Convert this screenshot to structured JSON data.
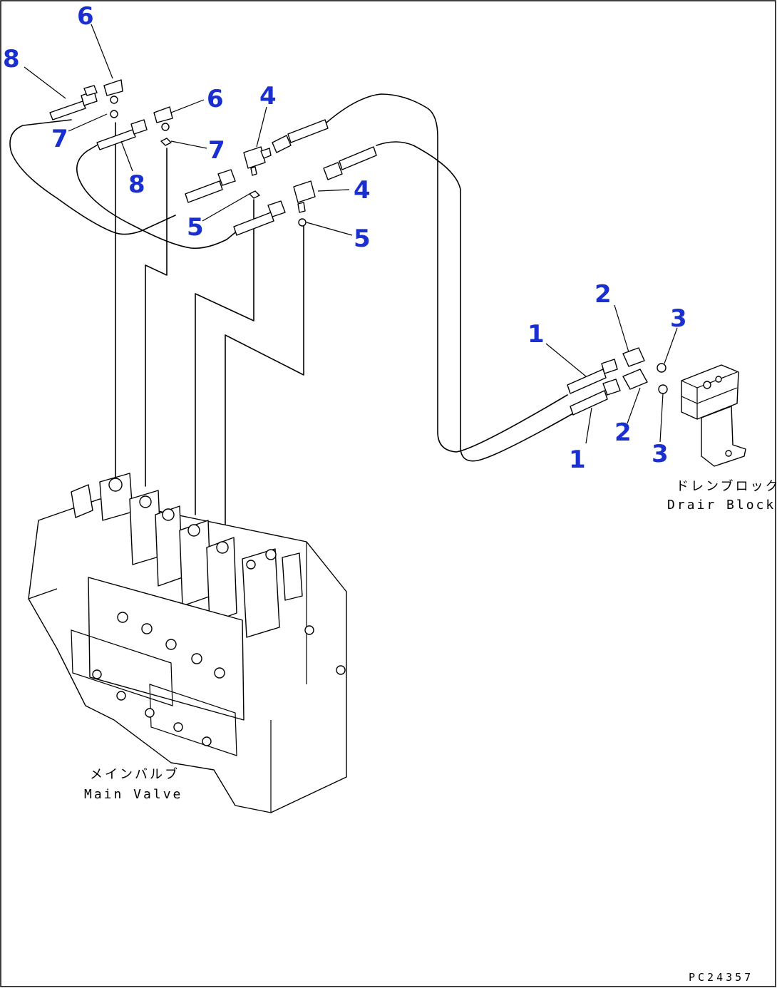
{
  "callouts": {
    "c8a": "8",
    "c6a": "6",
    "c7a": "7",
    "c8b": "8",
    "c6b": "6",
    "c7b": "7",
    "c4a": "4",
    "c4b": "4",
    "c5a": "5",
    "c5b": "5",
    "c1a": "1",
    "c1b": "1",
    "c2a": "2",
    "c2b": "2",
    "c3a": "3",
    "c3b": "3"
  },
  "labels": {
    "drain_block_jp": "ドレンブロック",
    "drain_block_en": "Drair Block",
    "main_valve_jp": "メインバルブ",
    "main_valve_en": "Main Valve",
    "figure_code": "PC24357"
  },
  "colors": {
    "callout": "#1a2fcf",
    "line": "#000000"
  }
}
